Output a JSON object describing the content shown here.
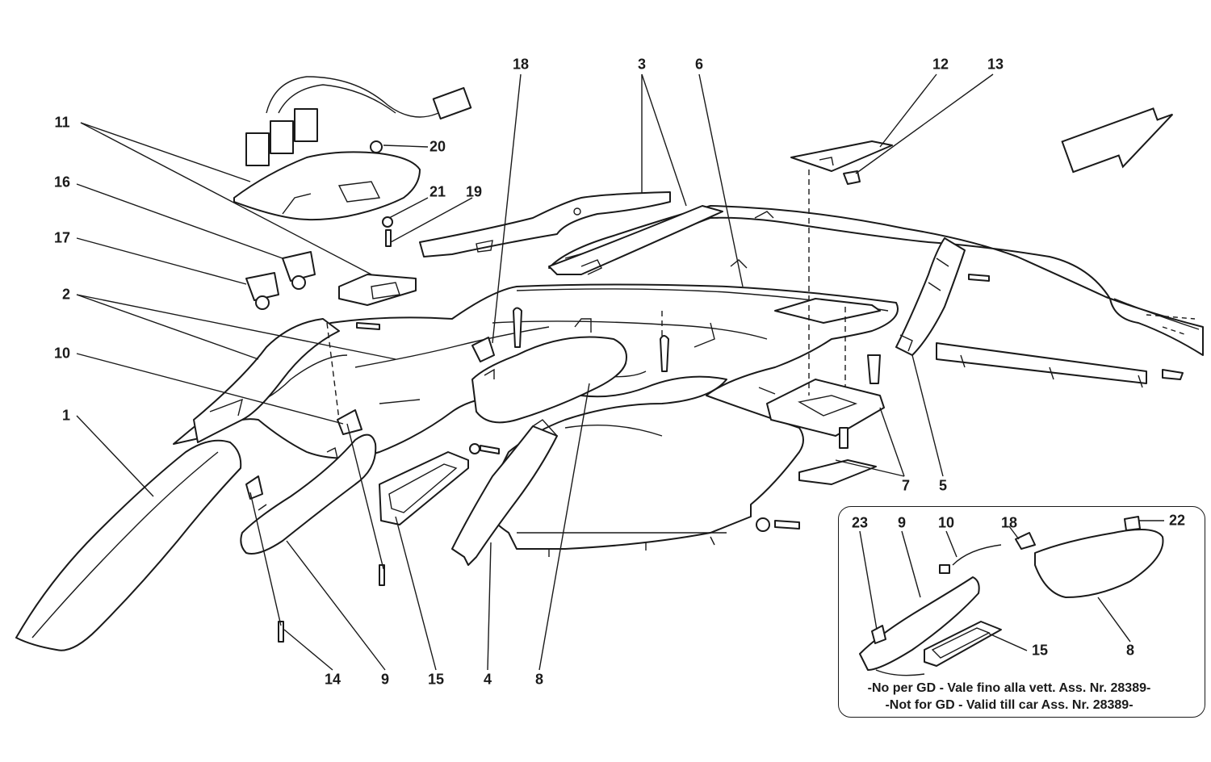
{
  "callouts": [
    {
      "id": "18",
      "text": "18"
    },
    {
      "id": "3",
      "text": "3"
    },
    {
      "id": "6",
      "text": "6"
    },
    {
      "id": "12",
      "text": "12"
    },
    {
      "id": "13",
      "text": "13"
    },
    {
      "id": "11",
      "text": "11"
    },
    {
      "id": "20",
      "text": "20"
    },
    {
      "id": "21",
      "text": "21"
    },
    {
      "id": "19",
      "text": "19"
    },
    {
      "id": "16",
      "text": "16"
    },
    {
      "id": "17",
      "text": "17"
    },
    {
      "id": "2",
      "text": "2"
    },
    {
      "id": "10",
      "text": "10"
    },
    {
      "id": "1",
      "text": "1"
    },
    {
      "id": "7",
      "text": "7"
    },
    {
      "id": "5",
      "text": "5"
    },
    {
      "id": "14",
      "text": "14"
    },
    {
      "id": "9",
      "text": "9"
    },
    {
      "id": "15",
      "text": "15"
    },
    {
      "id": "4",
      "text": "4"
    },
    {
      "id": "8",
      "text": "8"
    }
  ],
  "inset": {
    "callouts": [
      {
        "id": "23",
        "text": "23"
      },
      {
        "id": "9",
        "text": "9"
      },
      {
        "id": "10",
        "text": "10"
      },
      {
        "id": "18",
        "text": "18"
      },
      {
        "id": "22",
        "text": "22"
      },
      {
        "id": "15",
        "text": "15"
      },
      {
        "id": "8",
        "text": "8"
      }
    ],
    "note_line_1": "-No per GD - Vale fino alla vett. Ass. Nr. 28389-",
    "note_line_2": "-Not for GD - Valid till car Ass. Nr. 28389-"
  },
  "colors": {
    "line": "#1a1a1a",
    "background": "#ffffff"
  },
  "icons": {
    "direction_arrow": "front-direction-arrow-icon"
  }
}
